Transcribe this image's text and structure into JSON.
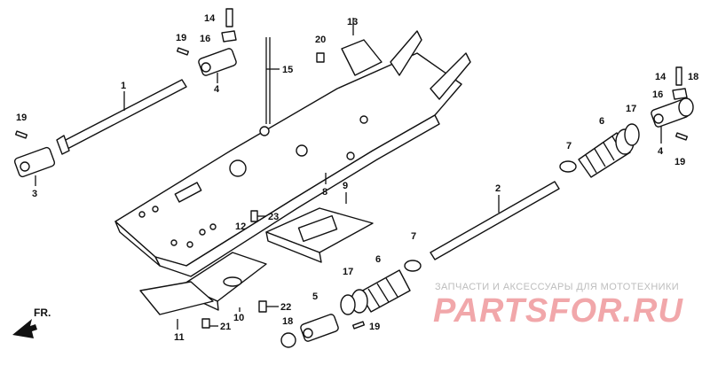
{
  "watermark": {
    "subtitle": "ЗАПЧАСТИ И АКСЕССУАРЫ ДЛЯ МОТОТЕХНИКИ",
    "logo": "PARTSFOR.RU"
  },
  "direction_label": "FR.",
  "callouts": [
    "1",
    "2",
    "3",
    "4",
    "4",
    "5",
    "6",
    "6",
    "7",
    "7",
    "8",
    "9",
    "10",
    "11",
    "12",
    "13",
    "14",
    "14",
    "15",
    "16",
    "16",
    "17",
    "17",
    "18",
    "18",
    "19",
    "19",
    "19",
    "19",
    "20",
    "21",
    "22",
    "23"
  ],
  "icons": [
    "front-arrow-icon"
  ]
}
